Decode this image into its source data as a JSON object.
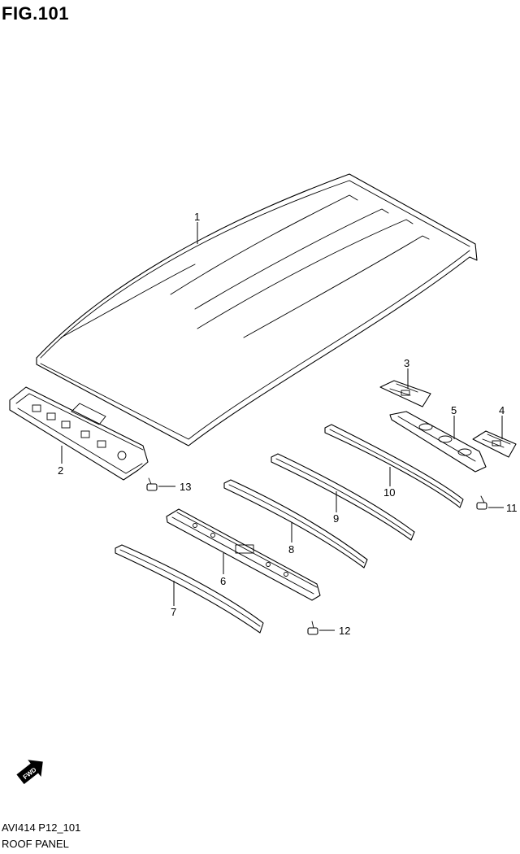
{
  "figure": {
    "title": "FIG.101"
  },
  "footer": {
    "code": "AVI414 P12_101",
    "name": "ROOF PANEL"
  },
  "fwd_arrow": {
    "label": "FWD",
    "icon": "fwd-arrow-icon"
  },
  "callouts": [
    {
      "id": "1",
      "label": "1"
    },
    {
      "id": "2",
      "label": "2"
    },
    {
      "id": "3",
      "label": "3"
    },
    {
      "id": "4",
      "label": "4"
    },
    {
      "id": "5",
      "label": "5"
    },
    {
      "id": "6",
      "label": "6"
    },
    {
      "id": "7",
      "label": "7"
    },
    {
      "id": "8",
      "label": "8"
    },
    {
      "id": "9",
      "label": "9"
    },
    {
      "id": "10",
      "label": "10"
    },
    {
      "id": "11",
      "label": "11"
    },
    {
      "id": "12",
      "label": "12"
    },
    {
      "id": "13",
      "label": "13"
    }
  ]
}
